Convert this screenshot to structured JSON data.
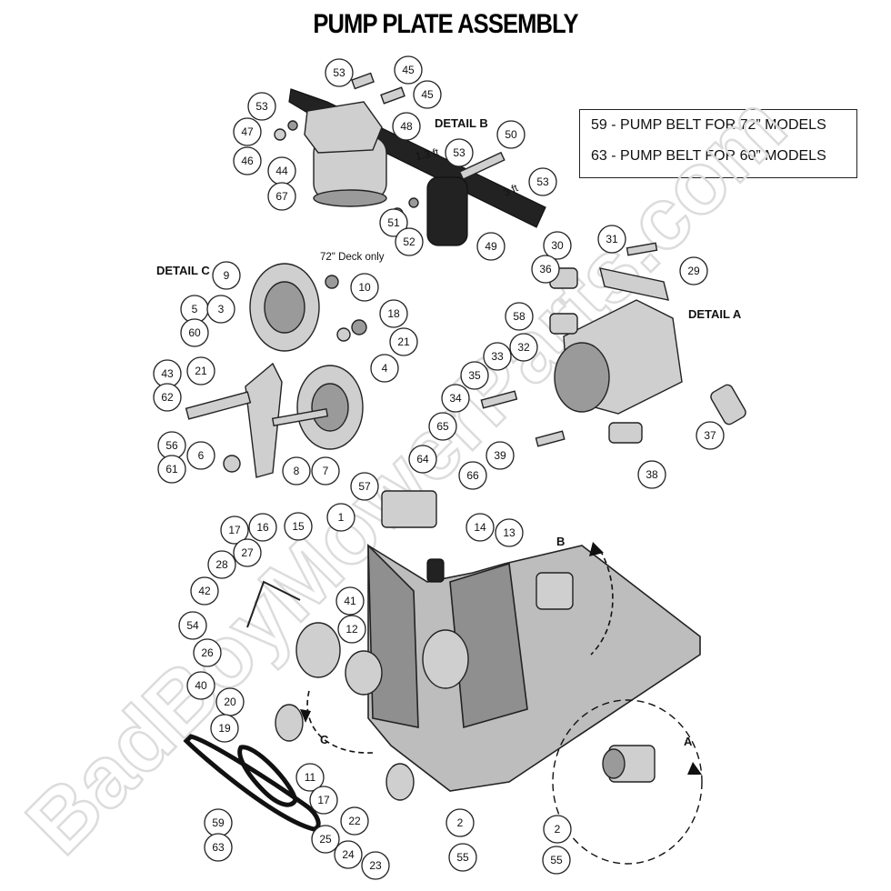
{
  "title": "PUMP PLATE ASSEMBLY",
  "legend": [
    "59 - PUMP BELT FOR 72” MODELS",
    "63 - PUMP BELT FOR 60” MODELS"
  ],
  "details": {
    "a": "DETAIL A",
    "b": "DETAIL B",
    "c": "DETAIL C"
  },
  "notes": {
    "deck72": "72\" Deck only",
    "len13": "1.3 ft",
    "len3": "3 ft",
    "arrowA": "A",
    "arrowB": "B",
    "arrowC": "C"
  },
  "watermark": "BadBoyMowerParts.com",
  "callouts": [
    "53",
    "45",
    "53",
    "45",
    "48",
    "47",
    "46",
    "44",
    "67",
    "50",
    "53",
    "53",
    "51",
    "52",
    "49",
    "59",
    "63",
    "9",
    "10",
    "18",
    "21",
    "5",
    "60",
    "3",
    "43",
    "21",
    "62",
    "4",
    "56",
    "6",
    "61",
    "8",
    "7",
    "30",
    "31",
    "36",
    "29",
    "58",
    "33",
    "32",
    "35",
    "34",
    "65",
    "39",
    "64",
    "66",
    "37",
    "38",
    "57",
    "1",
    "14",
    "13",
    "17",
    "16",
    "15",
    "27",
    "28",
    "42",
    "41",
    "54",
    "12",
    "26",
    "40",
    "20",
    "19",
    "11",
    "17",
    "22",
    "25",
    "24",
    "23",
    "2",
    "55",
    "2",
    "55"
  ]
}
